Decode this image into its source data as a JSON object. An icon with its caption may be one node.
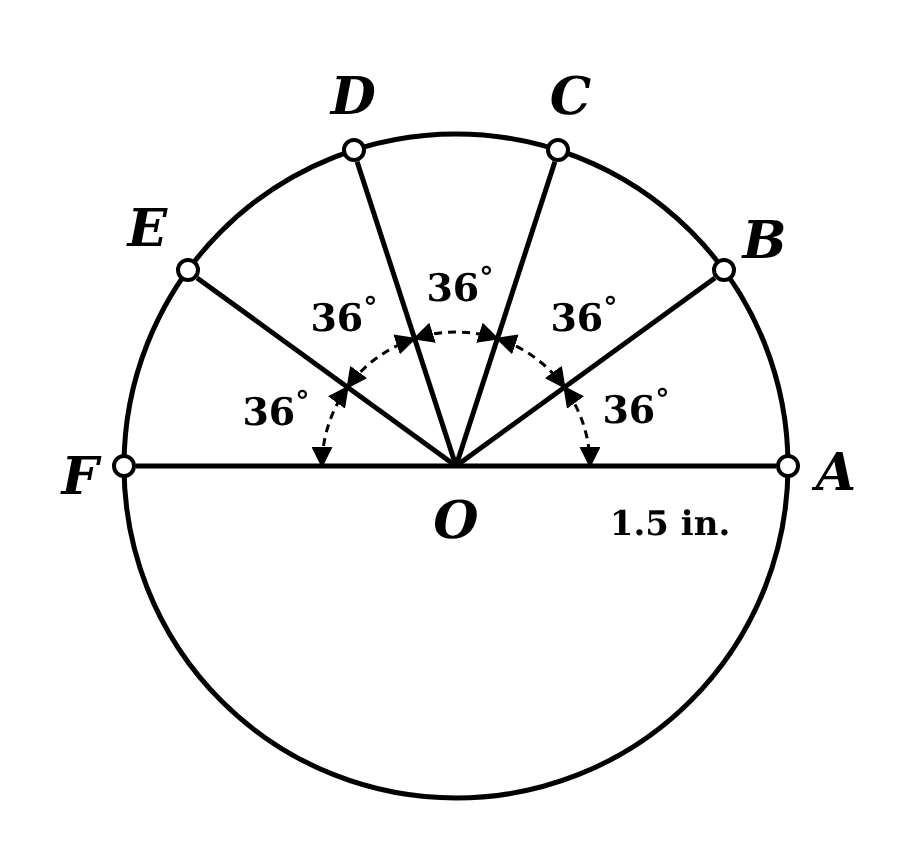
{
  "diagram": {
    "nodes": [
      {
        "text": [
          "O"
        ]
      },
      {
        "text": [
          "A"
        ]
      },
      {
        "text": [
          "B"
        ]
      },
      {
        "text": [
          "C"
        ]
      },
      {
        "text": [
          "D"
        ]
      },
      {
        "text": [
          "E"
        ]
      },
      {
        "text": [
          "F"
        ]
      }
    ],
    "edges": [
      {
        "from": 0,
        "to": 1,
        "arrow": "none"
      },
      {
        "from": 0,
        "to": 2,
        "arrow": "none"
      },
      {
        "from": 0,
        "to": 3,
        "arrow": "none"
      },
      {
        "from": 0,
        "to": 4,
        "arrow": "none"
      },
      {
        "from": 0,
        "to": 5,
        "arrow": "none"
      },
      {
        "from": 0,
        "to": 6,
        "arrow": "none"
      }
    ],
    "labels": [
      "36$^{°}$",
      "36$^{°}$",
      "36$^{°}$",
      "36$^{°}$",
      "36$^{°}$",
      "1.5 in."
    ]
  }
}
